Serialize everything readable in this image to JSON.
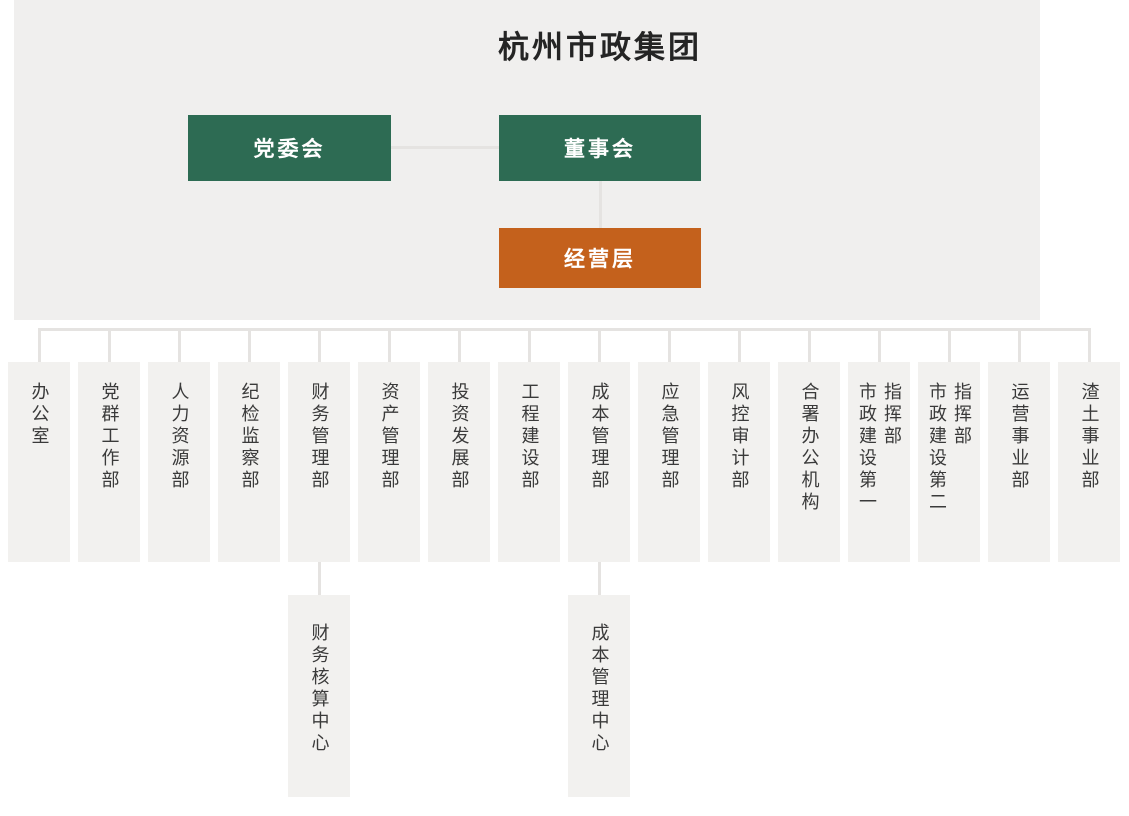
{
  "title": "杭州市政集团",
  "governance": {
    "party_committee": "党委会",
    "board": "董事会",
    "management": "经营层"
  },
  "departments": [
    "办公室",
    "党群工作部",
    "人力资源部",
    "纪检监察部",
    "财务管理部",
    "资产管理部",
    "投资发展部",
    "工程建设部",
    "成本管理部",
    "应急管理部",
    "风控审计部",
    "合署办公机构",
    "市政建设第一指挥部",
    "市政建设第二指挥部",
    "运营事业部",
    "渣土事业部"
  ],
  "sub_centers": [
    {
      "label": "财务核算中心",
      "parent": "财务管理部"
    },
    {
      "label": "成本管理中心",
      "parent": "成本管理部"
    }
  ],
  "colors": {
    "governance_green": "#2d6b53",
    "management_orange": "#c4611c",
    "panel_background": "#f0efee",
    "department_background": "#f2f1ef",
    "connector_line": "#e5e3e1",
    "text": "#3a3a3a"
  }
}
